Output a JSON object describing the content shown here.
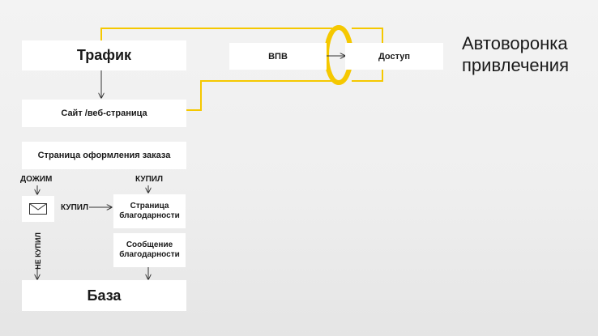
{
  "title": {
    "line1": "Автоворонка",
    "line2": "привлечения"
  },
  "nodes": {
    "traffic": "Трафик",
    "site": "Сайт /веб-страница",
    "order_page": "Страница оформления заказа",
    "thanks_line1": "Страница",
    "thanks_line2": "благодарности",
    "message_line1": "Сообщение",
    "message_line2": "благодарности",
    "base": "База",
    "vpv": "ВПВ",
    "access": "Доступ"
  },
  "labels": {
    "dojim": "ДОЖИМ",
    "kupil_top": "КУПИЛ",
    "kupil_mid": "КУПИЛ",
    "ne_kupil": "НЕ КУПИЛ"
  },
  "icons": {
    "mail": "envelope-icon"
  },
  "colors": {
    "connector_yellow": "#f5c800",
    "arrow": "#333333",
    "box": "#ffffff"
  }
}
